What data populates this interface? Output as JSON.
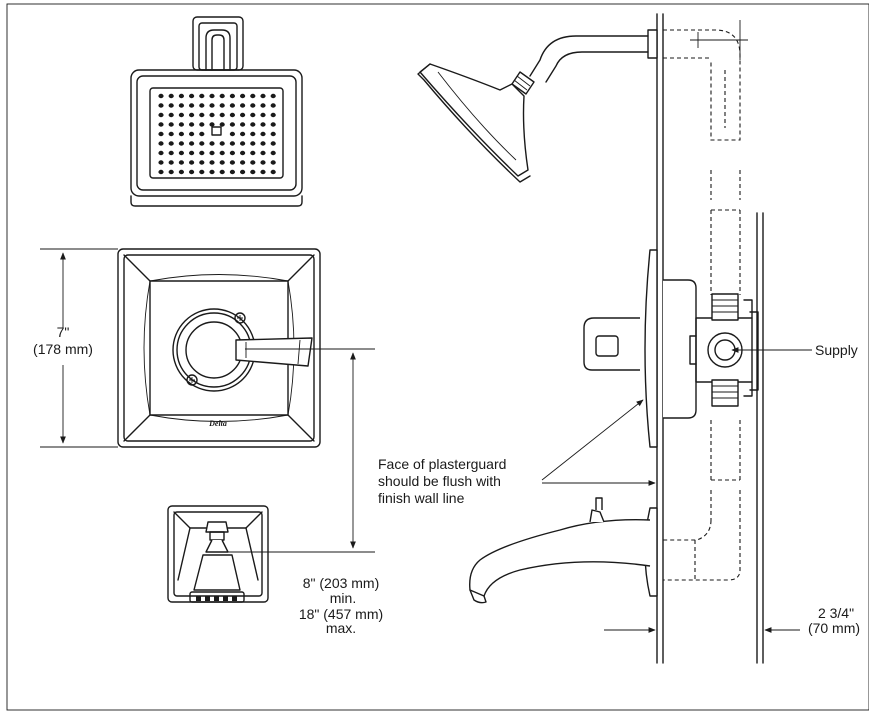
{
  "labels": {
    "trim_height": "7\"",
    "trim_height_mm": "(178 mm)",
    "spout_dist_min": "8\" (203 mm)",
    "spout_dist_min_word": "min.",
    "spout_dist_max": "18\" (457 mm)",
    "spout_dist_max_word": "max.",
    "plasterguard_l1": "Face of plasterguard",
    "plasterguard_l2": "should be flush with",
    "plasterguard_l3": "finish wall line",
    "supply": "Supply",
    "depth": "2 3/4\"",
    "depth_mm": "(70 mm)",
    "brand": "Delta"
  }
}
